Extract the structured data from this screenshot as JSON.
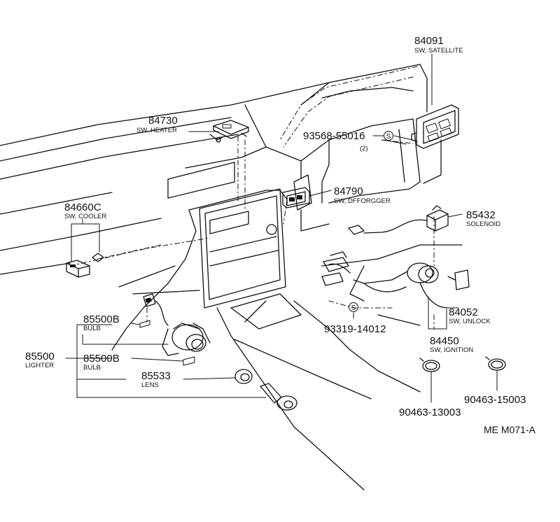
{
  "diagram_code": "ME M071-A",
  "parts": {
    "p84091": {
      "number": "84091",
      "desc": "SW, SATELLITE"
    },
    "p84730": {
      "number": "84730",
      "desc": "SW, HEATER"
    },
    "p93568": {
      "number": "93568-55016",
      "qty": "(2)"
    },
    "p84790": {
      "number": "84790",
      "desc": "SW, DFFORGGER"
    },
    "p84660c": {
      "number": "84660C",
      "desc": "SW, COOLER"
    },
    "p85432": {
      "number": "85432",
      "desc": "SOLENOID"
    },
    "p84052": {
      "number": "84052",
      "desc": "SW, UNLOCK"
    },
    "p93319": {
      "number": "93319-14012"
    },
    "p84450": {
      "number": "84450",
      "desc": "SW, IGNITION"
    },
    "p85500b_1": {
      "number": "85500B",
      "desc": "BULB"
    },
    "p85500": {
      "number": "85500",
      "desc": "LIGHTER"
    },
    "p85500b_2": {
      "number": "85500B",
      "desc": "BULB"
    },
    "p85533": {
      "number": "85533",
      "desc": "LENS"
    },
    "p90463_13003": {
      "number": "90463-13003"
    },
    "p90463_15003": {
      "number": "90463-15003"
    }
  },
  "symbols": {
    "screw_mark": "S"
  }
}
